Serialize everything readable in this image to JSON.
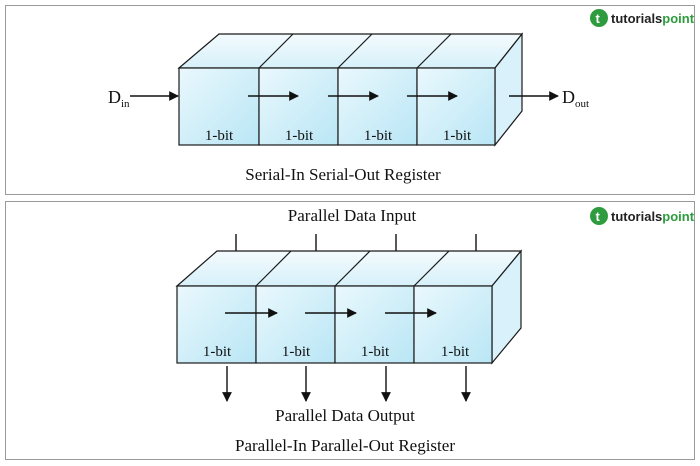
{
  "brand": {
    "name_part1": "tutorials",
    "name_part2": "point",
    "colors": {
      "green": "#2e9c3e",
      "dark": "#222222"
    }
  },
  "serial": {
    "input_label": "D",
    "input_sub": "in",
    "output_label": "D",
    "output_sub": "out",
    "cells": [
      "1-bit",
      "1-bit",
      "1-bit",
      "1-bit"
    ],
    "caption": "Serial-In Serial-Out Register"
  },
  "parallel": {
    "input_label": "Parallel Data Input",
    "output_label": "Parallel Data Output",
    "cells": [
      "1-bit",
      "1-bit",
      "1-bit",
      "1-bit"
    ],
    "caption": "Parallel-In Parallel-Out Register"
  },
  "colors": {
    "cell_fill": "#c8ecf7",
    "cell_fill_light": "#eaf8fd",
    "stroke": "#1a1a1a"
  }
}
